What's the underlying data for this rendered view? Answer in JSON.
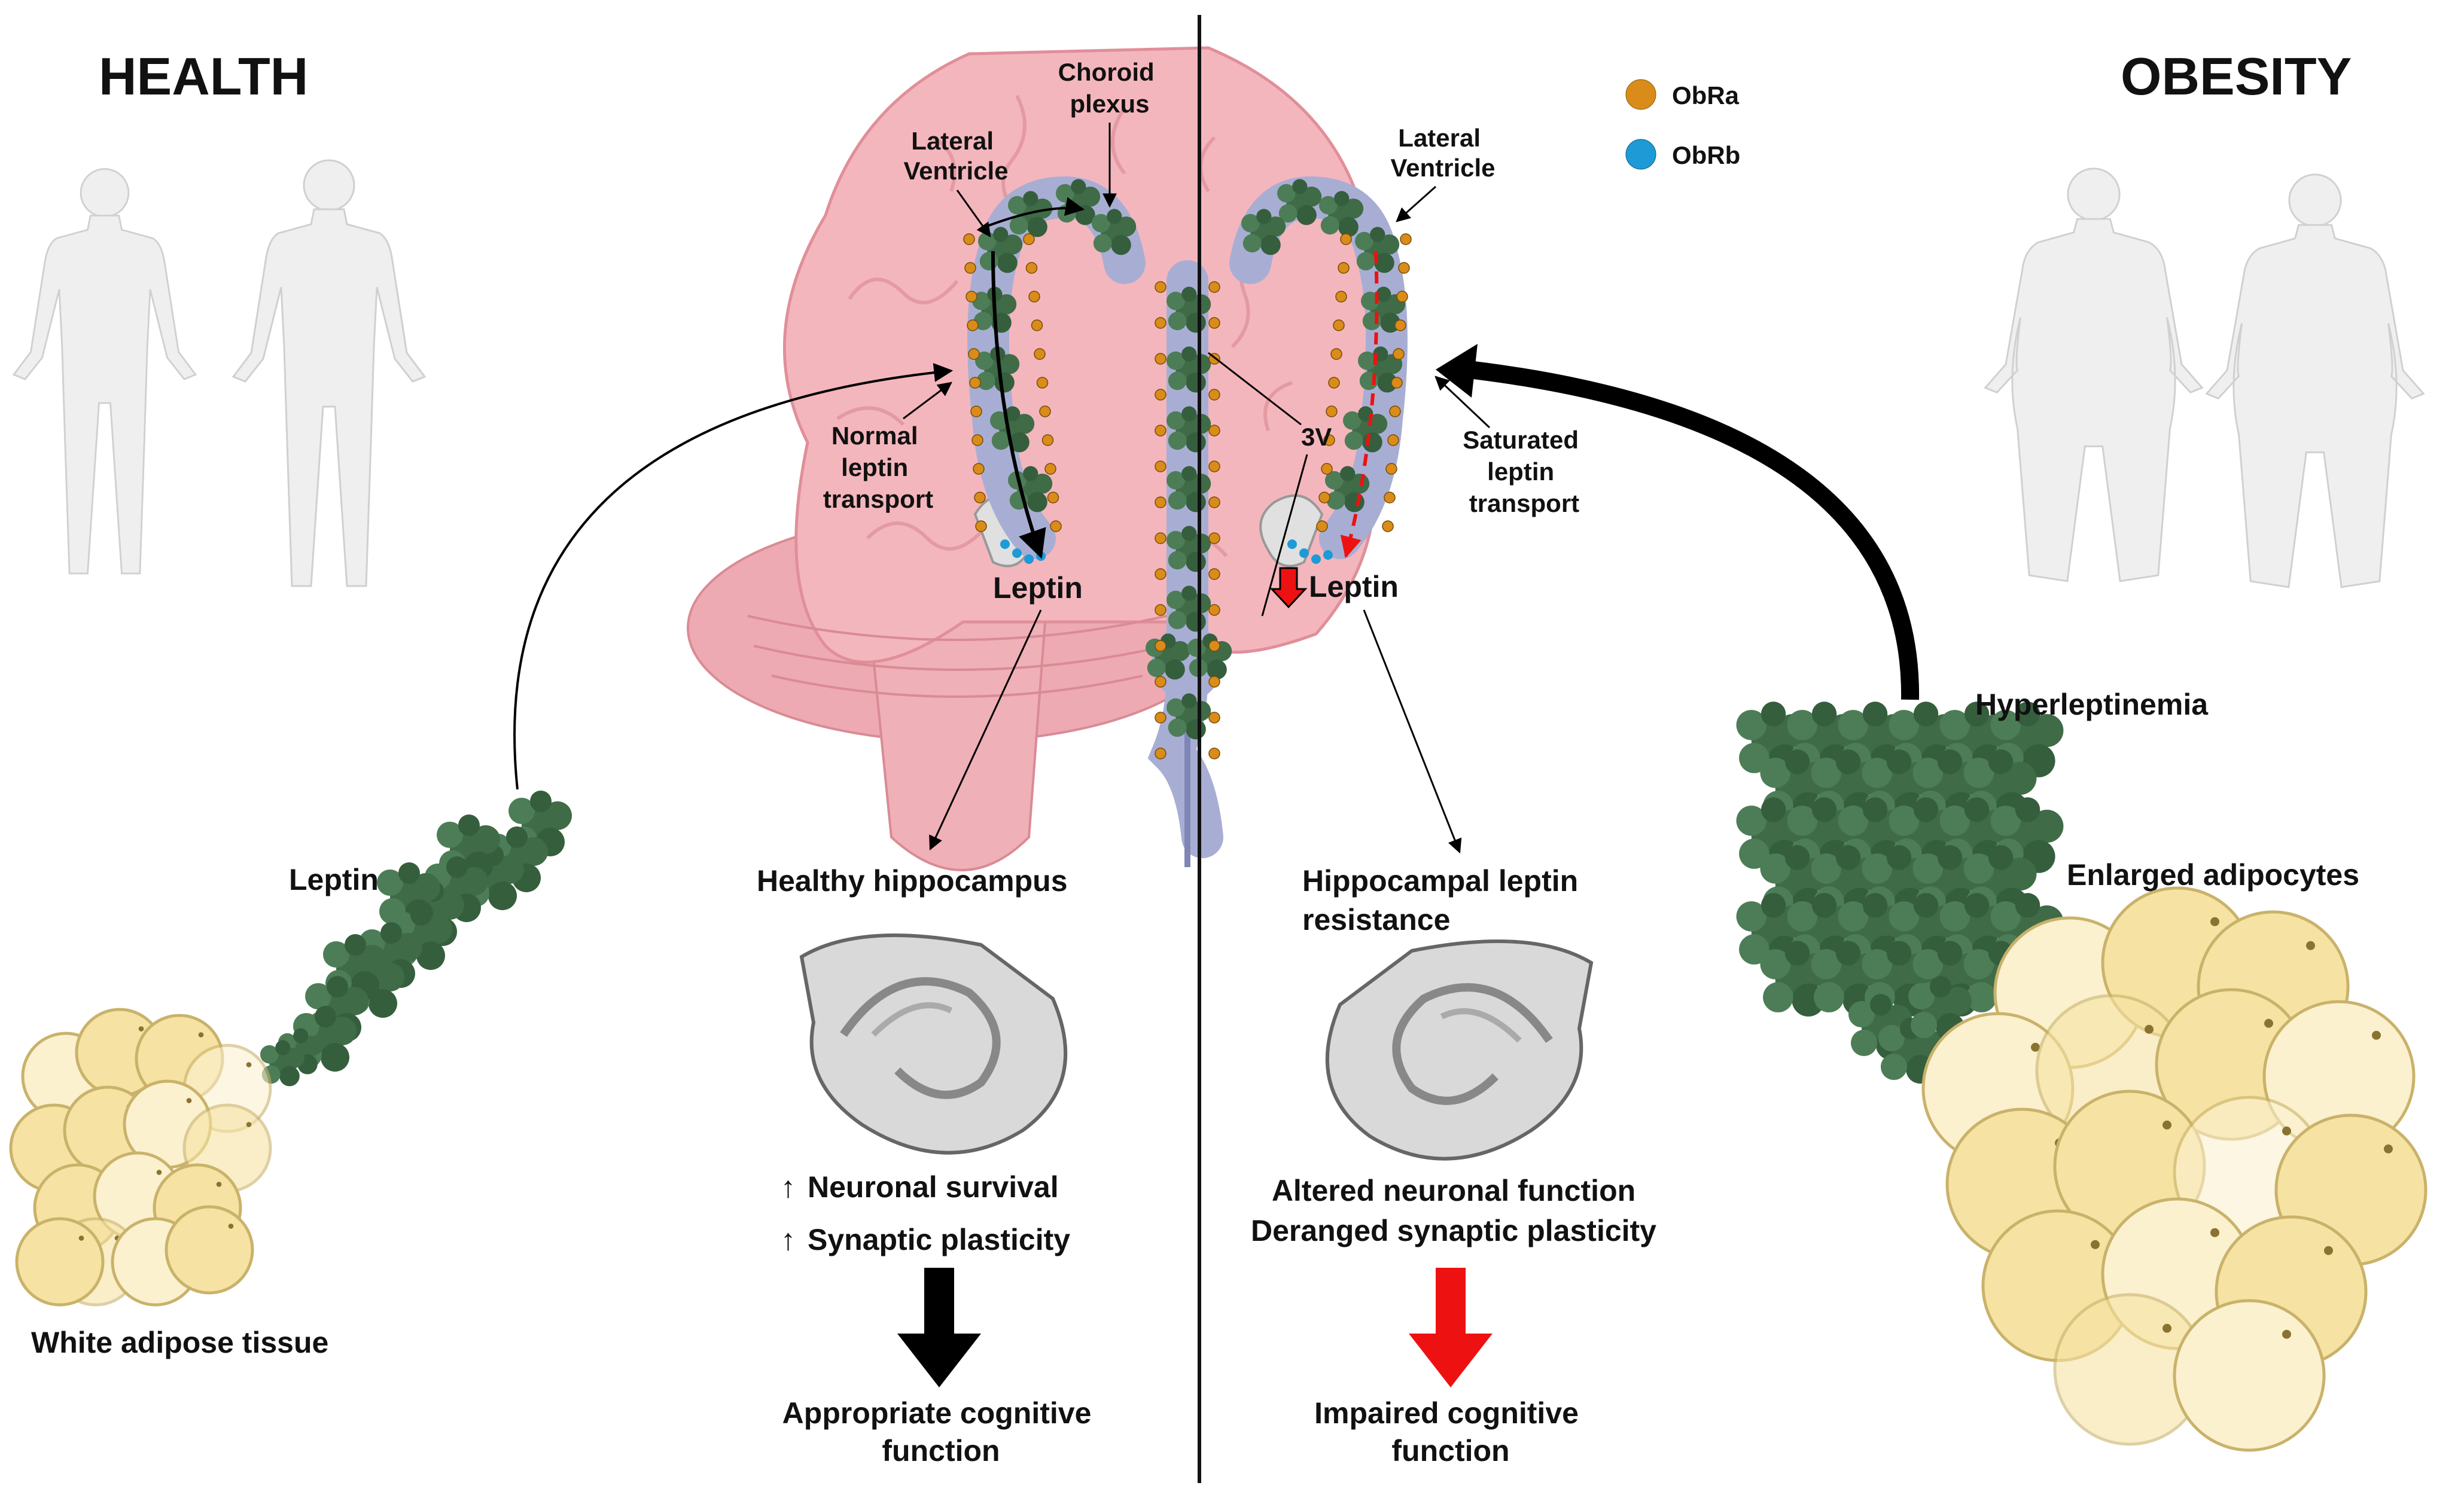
{
  "health": {
    "title": "HEALTH",
    "leptin_label": "Leptin",
    "adipose_label": "White adipose tissue",
    "transport_label": [
      "Normal",
      "leptin",
      "transport"
    ],
    "hippocampus_label": "Healthy hippocampus",
    "effects": [
      {
        "arrow": "↑",
        "text": "Neuronal survival"
      },
      {
        "arrow": "↑",
        "text": "Synaptic plasticity"
      }
    ],
    "outcome": [
      "Appropriate cognitive",
      "function"
    ]
  },
  "obesity": {
    "title": "OBESITY",
    "hyperleptinemia_label": "Hyperleptinemia",
    "adipocytes_label": "Enlarged adipocytes",
    "transport_label": [
      "Saturated",
      "leptin",
      "transport"
    ],
    "hippocampus_label": [
      "Hippocampal leptin",
      "resistance"
    ],
    "effects": [
      "Altered neuronal function",
      "Deranged synaptic plasticity"
    ],
    "outcome": [
      "Impaired cognitive",
      "function"
    ]
  },
  "brain": {
    "choroid_plexus": [
      "Choroid",
      "plexus"
    ],
    "lateral_ventricle_left": [
      "Lateral",
      "Ventricle"
    ],
    "lateral_ventricle_right": [
      "Lateral",
      "Ventricle"
    ],
    "third_ventricle": "3V",
    "leptin_left": "Leptin",
    "leptin_right": "Leptin"
  },
  "legend": [
    {
      "label": "ObRa",
      "color": "#d98c1a"
    },
    {
      "label": "ObRb",
      "color": "#1e9ad6"
    }
  ],
  "colors": {
    "brain": "#f4b6bd",
    "brain_outline": "#e8979f",
    "ventricle": "#a8aed3",
    "leptin": "#3f6b47",
    "adipocyte": "#f6e3a3",
    "adipocyte_outline": "#c9b26a",
    "hippocampus": "#d9d9d9",
    "body_silhouette": "#eeeeee",
    "arrow_black": "#000000",
    "arrow_red": "#ee1111"
  }
}
